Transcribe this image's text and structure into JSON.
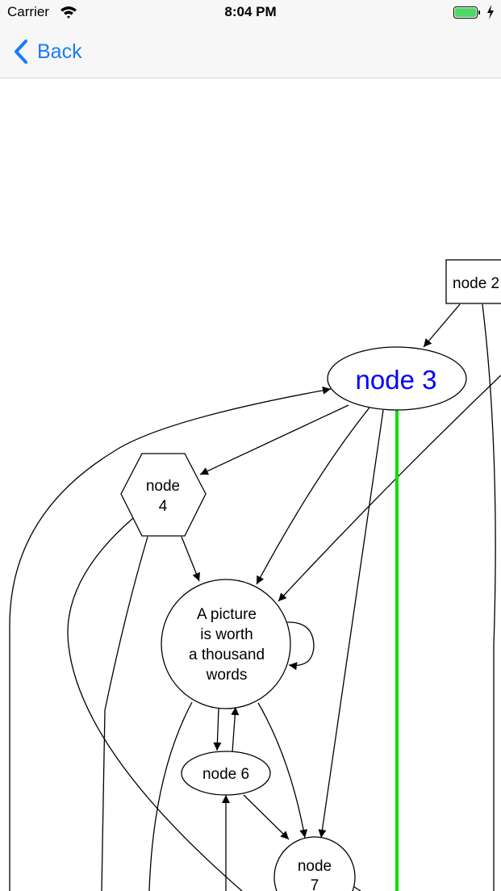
{
  "status_bar": {
    "carrier": "Carrier",
    "time": "8:04 PM",
    "icons": [
      "wifi-icon",
      "battery-icon",
      "charging-bolt-icon"
    ],
    "battery_color": "#4cd964"
  },
  "nav_bar": {
    "back_label": "Back",
    "accent_color": "#1a7cf5"
  },
  "graph": {
    "nodes": [
      {
        "id": "node2",
        "shape": "box",
        "lines": [
          "node 2"
        ]
      },
      {
        "id": "node3",
        "shape": "ellipse",
        "lines": [
          "node 3"
        ],
        "color": "#0000ff"
      },
      {
        "id": "node4",
        "shape": "hexagon",
        "lines": [
          "node",
          "4"
        ]
      },
      {
        "id": "node5",
        "shape": "circle",
        "lines": [
          "A picture",
          "is worth",
          "a thousand",
          "words"
        ]
      },
      {
        "id": "node6",
        "shape": "ellipse",
        "lines": [
          "node 6"
        ]
      },
      {
        "id": "node7",
        "shape": "circle",
        "lines": [
          "node",
          "7"
        ]
      }
    ],
    "highlight_edge_color": "#00e000"
  }
}
